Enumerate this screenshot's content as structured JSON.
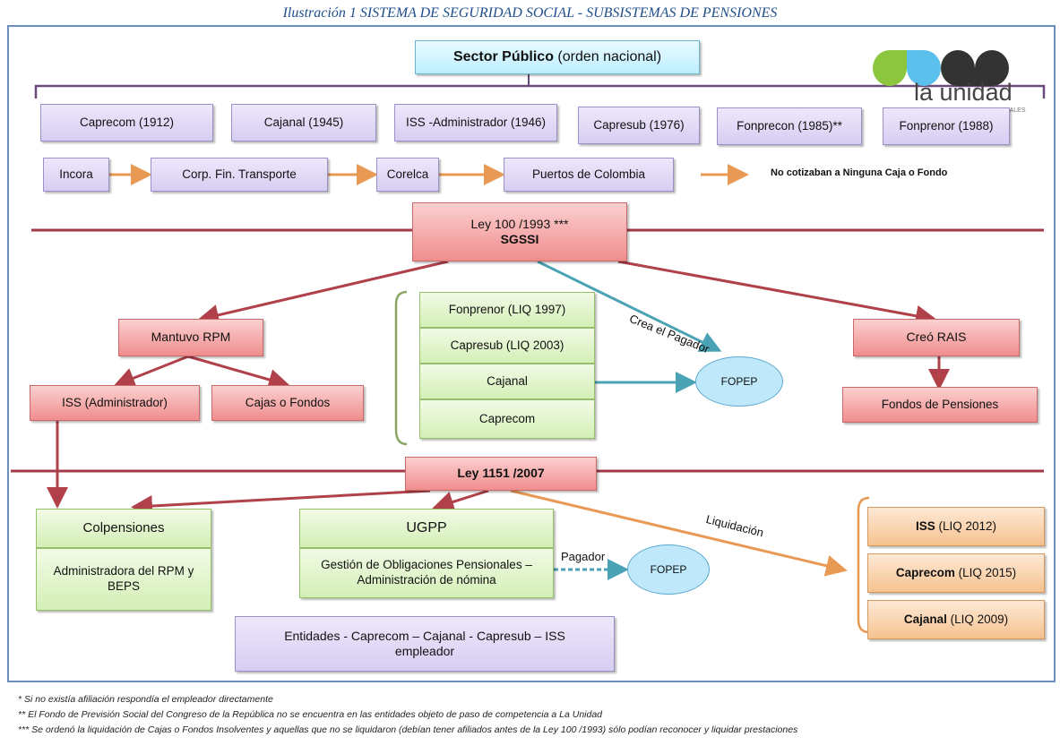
{
  "caption": "Ilustración 1 SISTEMA DE SEGURIDAD SOCIAL - SUBSISTEMAS DE PENSIONES",
  "logo": {
    "text": "la unidad",
    "subtext": "AFISCALES"
  },
  "sector": {
    "bold": "Sector Público",
    "rest": " (orden nacional)"
  },
  "entities_row1": [
    "Caprecom (1912)",
    "Cajanal (1945)",
    "ISS -Administrador (1946)",
    "Capresub (1976)",
    "Fonprecon (1985)**",
    "Fonprenor (1988)"
  ],
  "entities_row2": [
    "Incora",
    "Corp. Fin. Transporte",
    "Corelca",
    "Puertos de Colombia"
  ],
  "no_cotizaban": "No cotizaban a Ninguna Caja o Fondo",
  "ley100": {
    "line1": "Ley 100 /1993 ***",
    "line2": "SGSSI"
  },
  "mantuvo": "Mantuvo RPM",
  "iss_admin": "ISS (Administrador)",
  "cajas": "Cajas o Fondos",
  "liq_list": [
    "Fonprenor (LIQ 1997)",
    "Capresub  (LIQ 2003)",
    "Cajanal",
    "Caprecom"
  ],
  "crea_pagador": "Crea el Pagador",
  "fopep": "FOPEP",
  "creo_rais": "Creó RAIS",
  "fondos": "Fondos de Pensiones",
  "ley1151": "Ley 1151 /2007",
  "colpensiones": {
    "title": "Colpensiones",
    "desc": "Administradora del RPM y BEPS"
  },
  "ugpp": {
    "title": "UGPP",
    "desc": "Gestión de Obligaciones Pensionales – Administración de nómina"
  },
  "pagador": "Pagador",
  "fopep2": "FOPEP",
  "liquidacion": "Liquidación",
  "liq_right": [
    {
      "bold": "ISS",
      "rest": " (LIQ 2012)"
    },
    {
      "bold": "Caprecom",
      "rest": " (LIQ 2015)"
    },
    {
      "bold": "Cajanal",
      "rest": " (LIQ 2009)"
    }
  ],
  "empleador": "Entidades - Caprecom – Cajanal - Capresub – ISS empleador",
  "notes": [
    "* Si no existía afiliación respondía el empleador directamente",
    "** El Fondo de Previsión Social del Congreso de la República no se encuentra en las entidades objeto de paso de competencia a La Unidad",
    "*** Se ordenó la liquidación de Cajas o Fondos Insolventes  y aquellas que no se liquidaron (debían tener afiliados antes de la Ley 100 /1993) sólo podían reconocer y liquidar prestaciones"
  ],
  "colors": {
    "red_line": "#a33a4a",
    "orange_arrow": "#e89a55",
    "teal_arrow": "#4aa3b5",
    "brown_arrow": "#b0414a",
    "frame": "#6e8fbd"
  }
}
